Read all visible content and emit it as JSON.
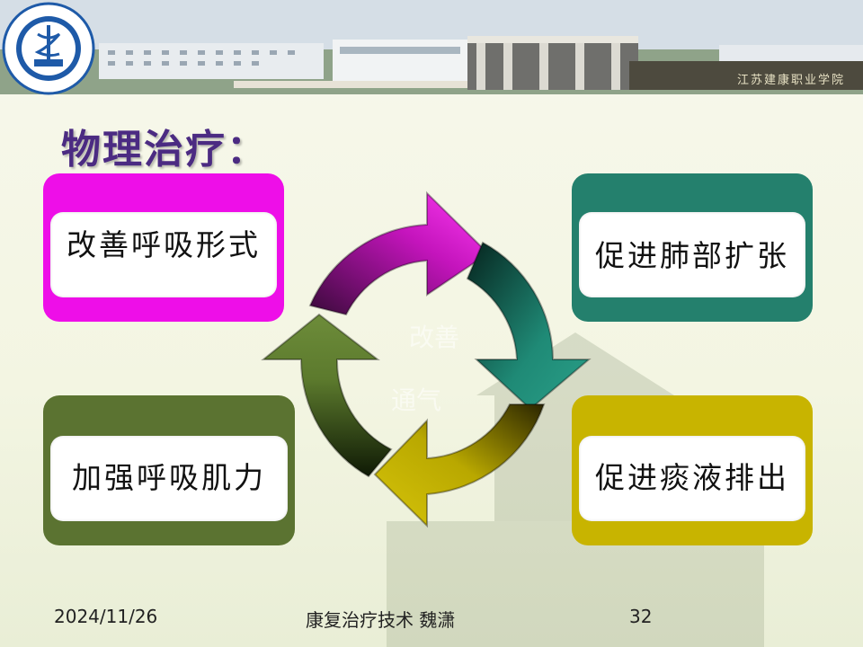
{
  "banner": {
    "logo_icon": "college-seal-icon",
    "sign_text": "江苏建康职业学院"
  },
  "title": "物理治疗：",
  "boxes": {
    "top_left": {
      "label": "改善呼吸形式",
      "color": "#ee0ee8"
    },
    "top_right": {
      "label": "促进肺部扩张",
      "color": "#24806d"
    },
    "bottom_left": {
      "label": "加强呼吸肌力",
      "color": "#5b7331"
    },
    "bottom_right": {
      "label": "促进痰液排出",
      "color": "#c8b400"
    }
  },
  "cycle": {
    "arrows": [
      {
        "name": "magenta-arrow",
        "color": "#cc17c2"
      },
      {
        "name": "teal-arrow",
        "color": "#1f8a76"
      },
      {
        "name": "olive-arrow",
        "color": "#b9a800"
      },
      {
        "name": "green-arrow",
        "color": "#5c7a2d"
      }
    ],
    "center_text_1": "改善",
    "center_text_2": "通气"
  },
  "footer": {
    "date": "2024/11/26",
    "course": "康复治疗技术  魏潇",
    "page": "32"
  }
}
